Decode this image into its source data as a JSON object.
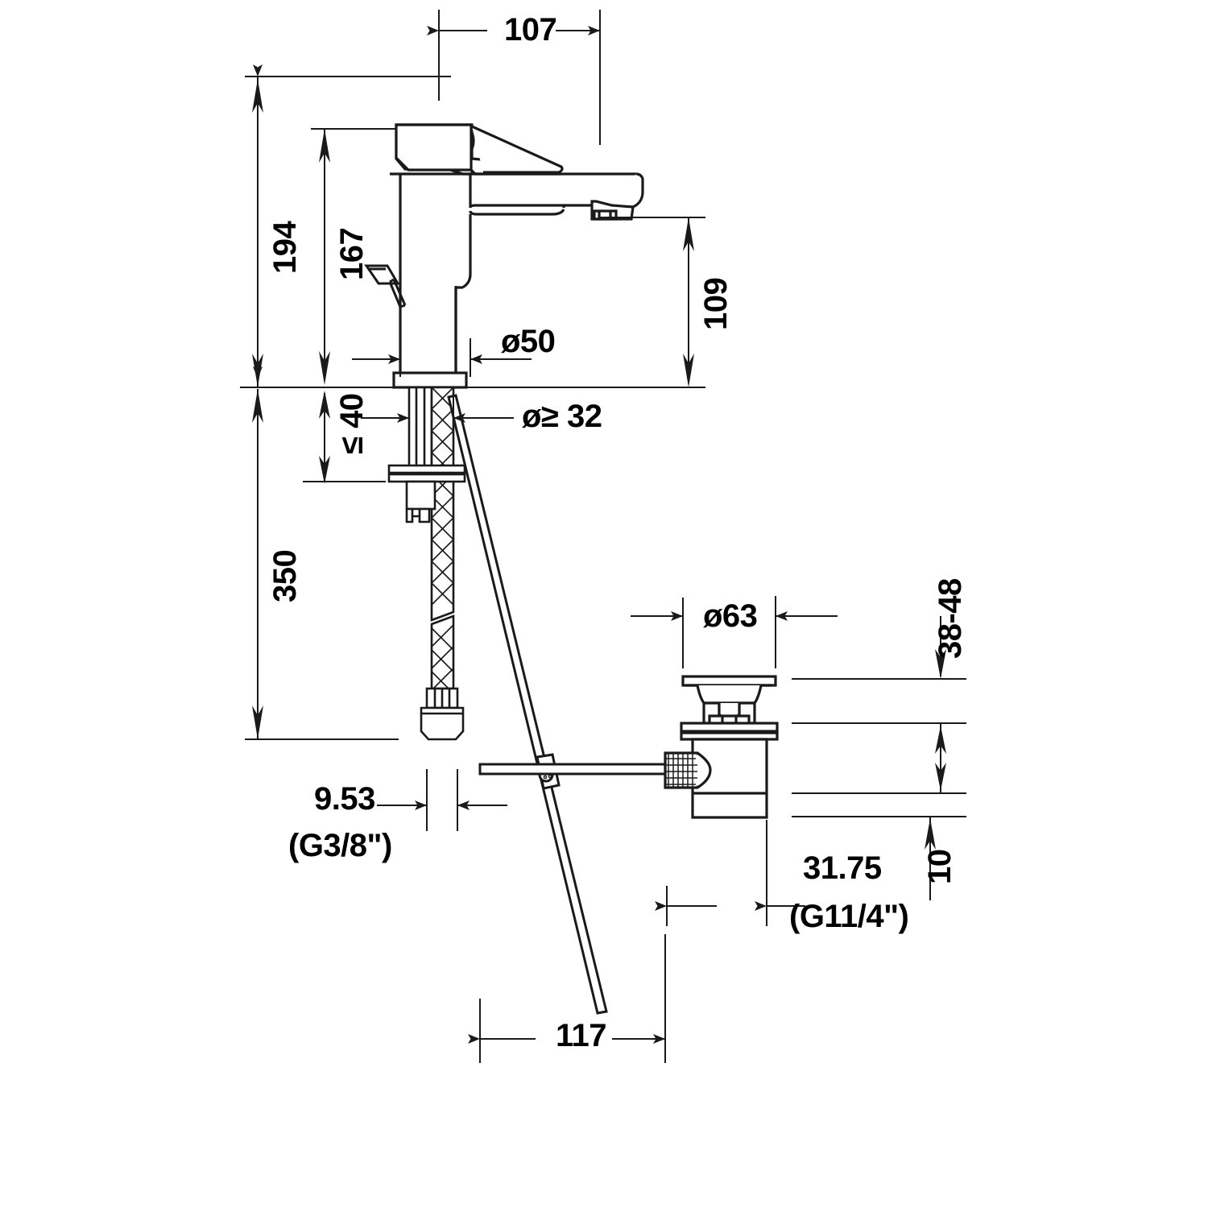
{
  "drawing": {
    "title": "Single lever basin mixer — dimensioned technical drawing",
    "type": "technical-dimension-drawing",
    "units": "mm",
    "line_color": "#1a1a1a",
    "background_color": "#ffffff",
    "stroke_width_outline": 3.0,
    "stroke_width_dimension": 2.0
  },
  "dimensions": {
    "overall_width_top": "107",
    "overall_height": "194",
    "body_height": "167",
    "spout_height": "109",
    "body_diameter": "ø50",
    "hole_diameter": "ø≥ 32",
    "basin_thickness_max": "≤ 40",
    "hose_length": "350",
    "supply_thread": "9.53",
    "supply_thread_sub": "(G3/8\")",
    "waste_flange_diameter": "ø63",
    "waste_range": "38-48",
    "waste_tail": "10",
    "waste_thread": "31.75",
    "waste_thread_sub": "(G11/4\")",
    "rod_reach": "117"
  },
  "labels": [
    {
      "name": "dim-107",
      "text": "107",
      "orientation": "horizontal"
    },
    {
      "name": "dim-194",
      "text": "194",
      "orientation": "vertical"
    },
    {
      "name": "dim-167",
      "text": "167",
      "orientation": "vertical"
    },
    {
      "name": "dim-109",
      "text": "109",
      "orientation": "vertical"
    },
    {
      "name": "dim-d50",
      "text": "ø50",
      "orientation": "horizontal"
    },
    {
      "name": "dim-d32",
      "text": "ø≥ 32",
      "orientation": "horizontal"
    },
    {
      "name": "dim-max40",
      "text": "≤ 40",
      "orientation": "vertical"
    },
    {
      "name": "dim-350",
      "text": "350",
      "orientation": "vertical"
    },
    {
      "name": "dim-953",
      "text": "9.53",
      "orientation": "horizontal"
    },
    {
      "name": "dim-953-sub",
      "text": "(G3/8\")",
      "orientation": "horizontal"
    },
    {
      "name": "dim-d63",
      "text": "ø63",
      "orientation": "horizontal"
    },
    {
      "name": "dim-3848",
      "text": "38-48",
      "orientation": "vertical"
    },
    {
      "name": "dim-10",
      "text": "10",
      "orientation": "vertical"
    },
    {
      "name": "dim-3175",
      "text": "31.75",
      "orientation": "horizontal"
    },
    {
      "name": "dim-3175-sub",
      "text": "(G11/4\")",
      "orientation": "horizontal"
    },
    {
      "name": "dim-117",
      "text": "117",
      "orientation": "horizontal"
    }
  ]
}
